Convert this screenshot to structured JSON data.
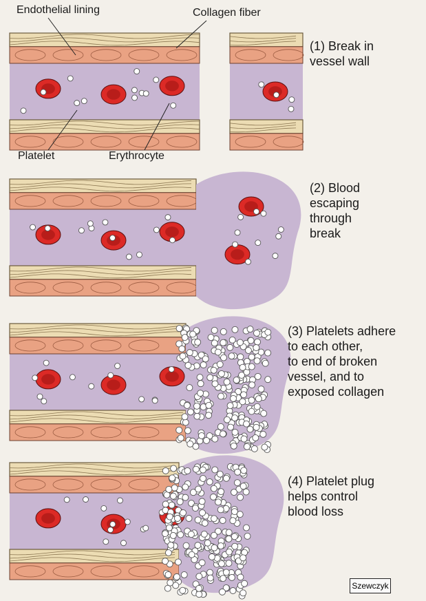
{
  "labels": {
    "endothelial_lining": "Endothelial lining",
    "collagen_fiber": "Collagen fiber",
    "platelet": "Platelet",
    "erythrocyte": "Erythrocyte"
  },
  "steps": [
    {
      "text": "(1) Break in\n    vessel wall"
    },
    {
      "text": "(2) Blood\n    escaping\n    through\n    break"
    },
    {
      "text": "(3) Platelets adhere\n    to each other,\n    to end of broken\n    vessel, and to\n    exposed collagen"
    },
    {
      "text": "(4) Platelet plug\n    helps control\n    blood loss"
    }
  ],
  "credit": "Szewczyk",
  "colors": {
    "background": "#f3f0ea",
    "plasma": "#c8b6d2",
    "collagen": "#ecdcb3",
    "endothelium": "#e9a283",
    "erythrocyte": "#dc2a26",
    "platelet": "#ffffff"
  }
}
